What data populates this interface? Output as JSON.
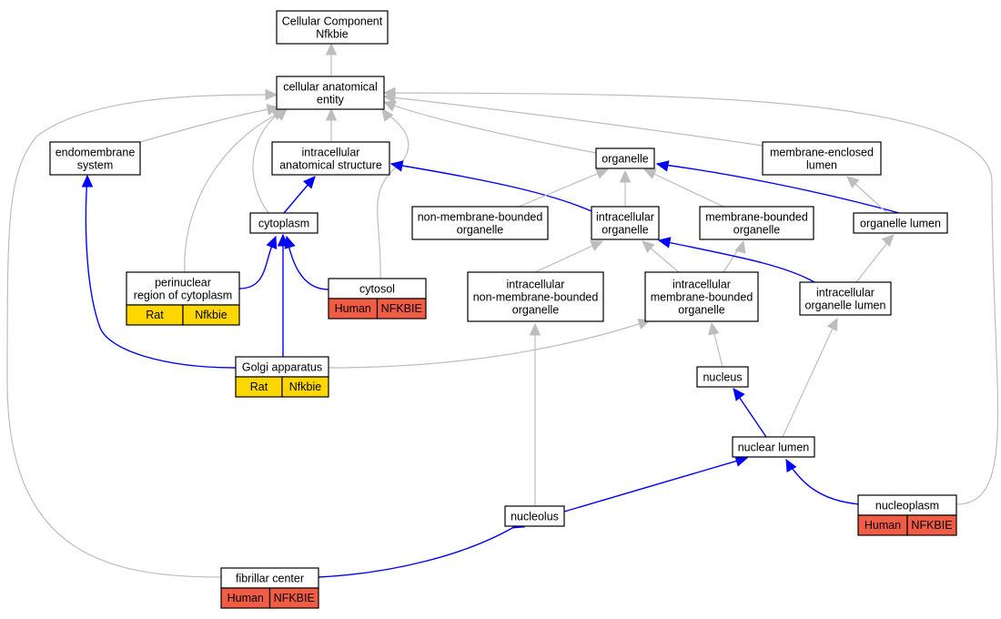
{
  "title_node": {
    "lines": [
      "Cellular Component",
      "Nfkbie"
    ]
  },
  "colors": {
    "is_a_edge": "#bdbdbd",
    "part_of_edge": "#0000ff",
    "rat_annotation": "#ffd700",
    "human_annotation": "#f15c45"
  },
  "nodes": [
    {
      "id": "cellular_component",
      "lines": [
        "Cellular Component",
        "Nfkbie"
      ]
    },
    {
      "id": "cellular_anatomical_entity",
      "lines": [
        "cellular anatomical",
        "entity"
      ]
    },
    {
      "id": "endomembrane_system",
      "lines": [
        "endomembrane",
        "system"
      ]
    },
    {
      "id": "intracellular_anatomical_structure",
      "lines": [
        "intracellular",
        "anatomical structure"
      ]
    },
    {
      "id": "organelle",
      "lines": [
        "organelle"
      ]
    },
    {
      "id": "membrane_enclosed_lumen",
      "lines": [
        "membrane-enclosed",
        "lumen"
      ]
    },
    {
      "id": "cytoplasm",
      "lines": [
        "cytoplasm"
      ]
    },
    {
      "id": "non_membrane_bounded_organelle",
      "lines": [
        "non-membrane-bounded",
        "organelle"
      ]
    },
    {
      "id": "intracellular_organelle",
      "lines": [
        "intracellular",
        "organelle"
      ]
    },
    {
      "id": "membrane_bounded_organelle",
      "lines": [
        "membrane-bounded",
        "organelle"
      ]
    },
    {
      "id": "organelle_lumen",
      "lines": [
        "organelle lumen"
      ]
    },
    {
      "id": "perinuclear_region",
      "lines": [
        "perinuclear",
        "region of cytoplasm"
      ],
      "annotations": [
        {
          "source": "Rat",
          "gene": "Nfkbie",
          "color": "#ffd700"
        }
      ]
    },
    {
      "id": "cytosol",
      "lines": [
        "cytosol"
      ],
      "annotations": [
        {
          "source": "Human",
          "gene": "NFKBIE",
          "color": "#f15c45"
        }
      ]
    },
    {
      "id": "intracellular_non_membrane_bounded_organelle",
      "lines": [
        "intracellular",
        "non-membrane-bounded",
        "organelle"
      ]
    },
    {
      "id": "intracellular_membrane_bounded_organelle",
      "lines": [
        "intracellular",
        "membrane-bounded",
        "organelle"
      ]
    },
    {
      "id": "intracellular_organelle_lumen",
      "lines": [
        "intracellular",
        "organelle lumen"
      ]
    },
    {
      "id": "golgi_apparatus",
      "lines": [
        "Golgi apparatus"
      ],
      "annotations": [
        {
          "source": "Rat",
          "gene": "Nfkbie",
          "color": "#ffd700"
        }
      ]
    },
    {
      "id": "nucleus",
      "lines": [
        "nucleus"
      ]
    },
    {
      "id": "nuclear_lumen",
      "lines": [
        "nuclear lumen"
      ]
    },
    {
      "id": "nucleolus",
      "lines": [
        "nucleolus"
      ]
    },
    {
      "id": "nucleoplasm",
      "lines": [
        "nucleoplasm"
      ],
      "annotations": [
        {
          "source": "Human",
          "gene": "NFKBIE",
          "color": "#f15c45"
        }
      ]
    },
    {
      "id": "fibrillar_center",
      "lines": [
        "fibrillar center"
      ],
      "annotations": [
        {
          "source": "Human",
          "gene": "NFKBIE",
          "color": "#f15c45"
        }
      ]
    }
  ],
  "edges": [
    {
      "from": "cellular_anatomical_entity",
      "to": "cellular_component",
      "type": "is_a"
    },
    {
      "from": "endomembrane_system",
      "to": "cellular_anatomical_entity",
      "type": "is_a"
    },
    {
      "from": "intracellular_anatomical_structure",
      "to": "cellular_anatomical_entity",
      "type": "is_a"
    },
    {
      "from": "cytoplasm",
      "to": "cellular_anatomical_entity",
      "type": "is_a"
    },
    {
      "from": "perinuclear_region",
      "to": "cellular_anatomical_entity",
      "type": "is_a"
    },
    {
      "from": "cytosol",
      "to": "cellular_anatomical_entity",
      "type": "is_a"
    },
    {
      "from": "organelle",
      "to": "cellular_anatomical_entity",
      "type": "is_a"
    },
    {
      "from": "membrane_enclosed_lumen",
      "to": "cellular_anatomical_entity",
      "type": "is_a"
    },
    {
      "from": "nucleoplasm",
      "to": "cellular_anatomical_entity",
      "type": "is_a"
    },
    {
      "from": "fibrillar_center",
      "to": "cellular_anatomical_entity",
      "type": "is_a"
    },
    {
      "from": "cytoplasm",
      "to": "intracellular_anatomical_structure",
      "type": "part_of"
    },
    {
      "from": "intracellular_organelle",
      "to": "intracellular_anatomical_structure",
      "type": "part_of"
    },
    {
      "from": "non_membrane_bounded_organelle",
      "to": "organelle",
      "type": "is_a"
    },
    {
      "from": "intracellular_organelle",
      "to": "organelle",
      "type": "is_a"
    },
    {
      "from": "membrane_bounded_organelle",
      "to": "organelle",
      "type": "is_a"
    },
    {
      "from": "organelle_lumen",
      "to": "organelle",
      "type": "part_of"
    },
    {
      "from": "organelle_lumen",
      "to": "membrane_enclosed_lumen",
      "type": "is_a"
    },
    {
      "from": "perinuclear_region",
      "to": "cytoplasm",
      "type": "part_of"
    },
    {
      "from": "cytosol",
      "to": "cytoplasm",
      "type": "part_of"
    },
    {
      "from": "golgi_apparatus",
      "to": "cytoplasm",
      "type": "part_of"
    },
    {
      "from": "golgi_apparatus",
      "to": "endomembrane_system",
      "type": "part_of"
    },
    {
      "from": "golgi_apparatus",
      "to": "intracellular_membrane_bounded_organelle",
      "type": "is_a"
    },
    {
      "from": "intracellular_non_membrane_bounded_organelle",
      "to": "intracellular_organelle",
      "type": "is_a"
    },
    {
      "from": "intracellular_membrane_bounded_organelle",
      "to": "intracellular_organelle",
      "type": "is_a"
    },
    {
      "from": "intracellular_membrane_bounded_organelle",
      "to": "membrane_bounded_organelle",
      "type": "is_a"
    },
    {
      "from": "intracellular_organelle_lumen",
      "to": "intracellular_organelle",
      "type": "part_of"
    },
    {
      "from": "intracellular_organelle_lumen",
      "to": "organelle_lumen",
      "type": "is_a"
    },
    {
      "from": "nucleus",
      "to": "intracellular_membrane_bounded_organelle",
      "type": "is_a"
    },
    {
      "from": "nuclear_lumen",
      "to": "nucleus",
      "type": "part_of"
    },
    {
      "from": "nuclear_lumen",
      "to": "intracellular_organelle_lumen",
      "type": "is_a"
    },
    {
      "from": "nucleolus",
      "to": "intracellular_non_membrane_bounded_organelle",
      "type": "is_a"
    },
    {
      "from": "nucleolus",
      "to": "nuclear_lumen",
      "type": "part_of"
    },
    {
      "from": "nucleoplasm",
      "to": "nuclear_lumen",
      "type": "part_of"
    },
    {
      "from": "fibrillar_center",
      "to": "nucleolus",
      "type": "part_of"
    }
  ]
}
